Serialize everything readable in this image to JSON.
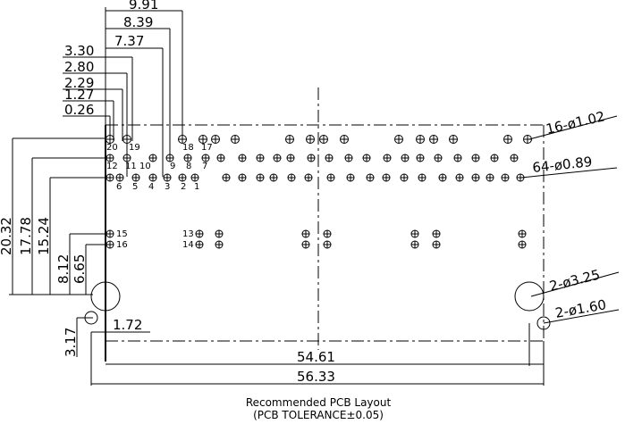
{
  "top_dims": [
    "9.91",
    "8.39",
    "7.37",
    "3.30",
    "2.80",
    "2.29",
    "1.27",
    "0.26"
  ],
  "left_dims": [
    "20.32",
    "17.78",
    "15.24",
    "8.12",
    "6.65",
    "3.17"
  ],
  "bottom_dims": [
    "1.72",
    "54.61",
    "56.33"
  ],
  "hole_callouts": [
    "16-ø1.02",
    "64-ø0.89",
    "2-ø3.25",
    "2-ø1.60"
  ],
  "pin_labels": {
    "row1": [
      "20",
      "19",
      "18",
      "17"
    ],
    "row2": [
      "12",
      "11",
      "10",
      "9",
      "8",
      "7"
    ],
    "row3": [
      "6",
      "5",
      "4",
      "3",
      "2",
      "1"
    ],
    "row4": [
      "15",
      "13"
    ],
    "row5": [
      "16",
      "14"
    ]
  },
  "caption": {
    "title": "Recommended PCB Layout",
    "tolerance": "(PCB TOLERANCE±0.05)"
  }
}
